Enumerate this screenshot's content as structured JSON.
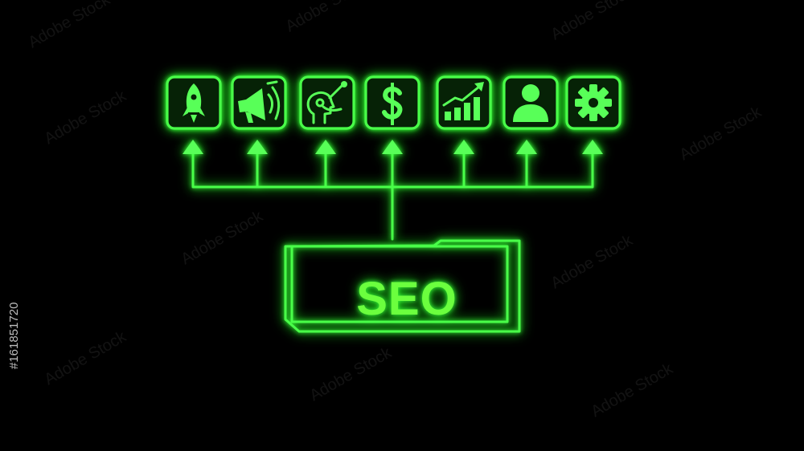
{
  "diagram": {
    "center_label": "SEO",
    "icons": [
      {
        "name": "rocket-icon"
      },
      {
        "name": "megaphone-icon"
      },
      {
        "name": "head-gears-icon"
      },
      {
        "name": "dollar-icon"
      },
      {
        "name": "growth-chart-icon"
      },
      {
        "name": "user-icon"
      },
      {
        "name": "gear-icon"
      }
    ],
    "colors": {
      "neon": "#49ff49",
      "background": "#000000"
    }
  },
  "watermark": {
    "text": "Adobe Stock",
    "image_id": "#161851720"
  }
}
